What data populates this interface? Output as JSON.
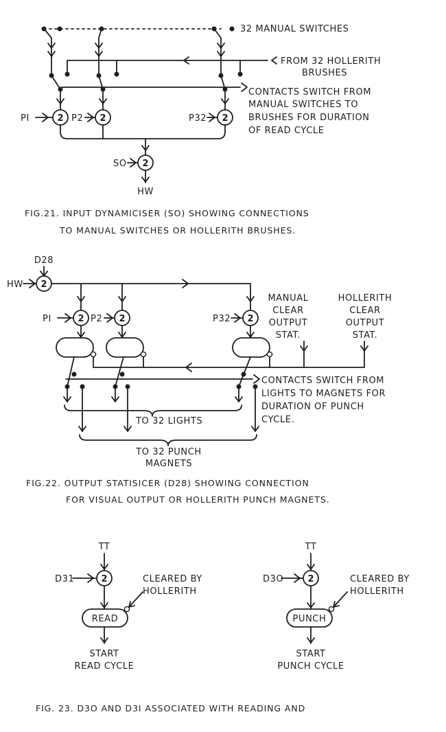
{
  "fig21": {
    "manual_switches": "32 MANUAL SWITCHES",
    "from_brushes_1": "FROM 32 HOLLERITH",
    "from_brushes_2": "BRUSHES",
    "contacts_1": "CONTACTS SWITCH FROM",
    "contacts_2": "MANUAL SWITCHES  TO",
    "contacts_3": "BRUSHES FOR DURATION",
    "contacts_4": "OF READ CYCLE",
    "gate_number": "2",
    "p1": "PI",
    "p2": "P2",
    "p32": "P32",
    "so": "SO",
    "hw": "HW",
    "caption_1": "FIG.21.  INPUT  DYNAMICISER (SO) SHOWING  CONNECTIONS",
    "caption_2": "TO MANUAL  SWITCHES OR HOLLERITH BRUSHES."
  },
  "fig22": {
    "d28": "D28",
    "hw": "HW",
    "gate_number": "2",
    "p1": "PI",
    "p2": "P2",
    "p32": "P32",
    "manual_clear_1": "MANUAL",
    "manual_clear_2": "CLEAR",
    "manual_clear_3": "OUTPUT",
    "manual_clear_4": "STAT.",
    "hollerith_clear_1": "HOLLERITH",
    "hollerith_clear_2": "CLEAR",
    "hollerith_clear_3": "OUTPUT",
    "hollerith_clear_4": "STAT.",
    "contacts_1": "CONTACTS SWITCH FROM",
    "contacts_2": "LIGHTS TO MAGNETS FOR",
    "contacts_3": "DURATION OF PUNCH",
    "contacts_4": "CYCLE.",
    "to_lights": "TO 32 LIGHTS",
    "to_magnets_1": "TO 32 PUNCH",
    "to_magnets_2": "MAGNETS",
    "caption_1": "FIG.22.  OUTPUT STATISICER (D28) SHOWING CONNECTION",
    "caption_2": "FOR  VISUAL  OUTPUT OR  HOLLERITH PUNCH MAGNETS."
  },
  "fig23": {
    "read": {
      "tt": "TT",
      "d31": "D31",
      "gate_number": "2",
      "cleared_1": "CLEARED BY",
      "cleared_2": "HOLLERITH",
      "box": "READ",
      "start_1": "START",
      "start_2": "READ CYCLE"
    },
    "punch": {
      "tt": "TT",
      "d30": "D3O",
      "gate_number": "2",
      "cleared_1": "CLEARED BY",
      "cleared_2": "HOLLERITH",
      "box": "PUNCH",
      "start_1": "START",
      "start_2": "PUNCH CYCLE"
    },
    "caption_1": "FIG. 23.  D3O AND  D3I  ASSOCIATED  WITH  READING AND"
  }
}
